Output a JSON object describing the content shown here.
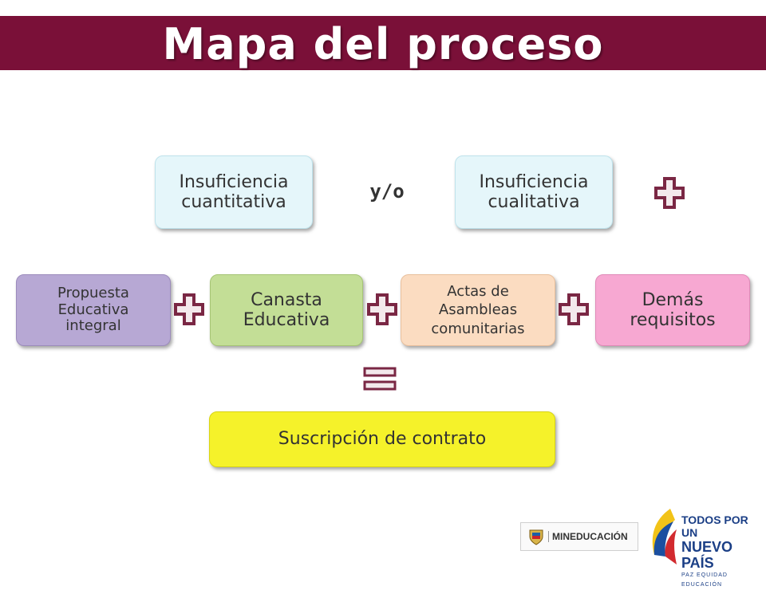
{
  "title": "Mapa del proceso",
  "connector_text": "y/o",
  "top_row": [
    {
      "label": "Insuficiencia cuantitativa",
      "color": "#e5f6fa"
    },
    {
      "label": "Insuficiencia cualitativa",
      "color": "#e5f6fa"
    }
  ],
  "middle_row": [
    {
      "label": "Propuesta Educativa integral",
      "color": "#b7a8d4"
    },
    {
      "label": "Canasta Educativa",
      "color": "#c3de96"
    },
    {
      "label": "Actas de Asambleas comunitarias",
      "color": "#fbdcc1"
    },
    {
      "label": "Demás requisitos",
      "color": "#f7a8d2"
    }
  ],
  "result": {
    "label": "Suscripción de contrato",
    "color": "#f5f22a"
  },
  "footer": {
    "ministry_logo_text": "MINEDUCACIÓN",
    "slogan_line1": "TODOS POR UN",
    "slogan_line2": "NUEVO PAÍS",
    "slogan_line3": "PAZ  EQUIDAD  EDUCACIÓN"
  },
  "colors": {
    "brand": "#7a1038",
    "symbol": "#7a2744"
  }
}
